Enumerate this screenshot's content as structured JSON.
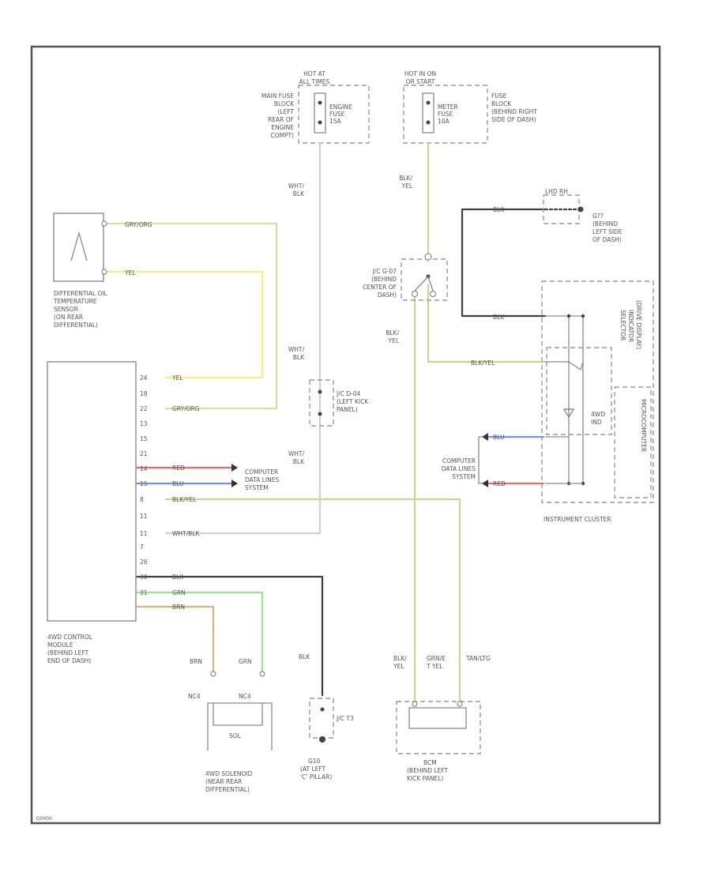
{
  "colors": {
    "gryorg": "#d8de9e",
    "yel": "#f3f27a",
    "wht_blk": "#d0d0d0",
    "blk_yel": "#c9d68f",
    "blk": "#3f3f3f",
    "red": "#ee6a6a",
    "blu": "#7f8cf5",
    "grn": "#93e98a",
    "brn": "#d6b57a"
  },
  "labels": {
    "hot_at_top": "HOT AT",
    "hot_at_bottom": "ALL TIMES",
    "hot_run_top": "HOT IN ON",
    "hot_run_bottom": "OR START",
    "engine_fuse": [
      "ENGINE",
      "FUSE",
      "15A"
    ],
    "meter_fuse": [
      "METER",
      "FUSE",
      "10A"
    ],
    "main_fuse_block": [
      "MAIN FUSE",
      "BLOCK",
      "(LEFT",
      "REAR OF",
      "ENGINE",
      "COMPT)"
    ],
    "fuse_block": [
      "FUSE",
      "BLOCK",
      "(BEHIND RIGHT",
      "SIDE OF DASH)"
    ],
    "wire_wht_blk_1": [
      "WHT/",
      "BLK"
    ],
    "wire_blk_yel_1": [
      "BLK/",
      "YEL"
    ],
    "ground_lh": "LHD RH",
    "g_dash": [
      "G??",
      "(BEHIND",
      "LEFT SIDE",
      "OF DASH)"
    ],
    "jc_dash": [
      "J/C G-07",
      "(BEHIND",
      "CENTER OF",
      "DASH)"
    ],
    "sensor_caption": [
      "DIFFERENTIAL OIL",
      "TEMPERATURE",
      "SENSOR",
      "(ON REAR",
      "DIFFERENTIAL)"
    ],
    "w_gryorg": "GRY/ORG",
    "w_yel": "YEL",
    "w_blk": "BLK",
    "w_blk_yel": "BLK/YEL",
    "w_red": "RED",
    "w_blu": "BLU",
    "w_grn": "GRN",
    "w_brn": "BRN",
    "w_wht_blk": "WHT/BLK",
    "pins": [
      "24",
      "18",
      "22",
      "13",
      "15",
      "21",
      "14",
      "15",
      "8",
      "11",
      "11",
      "7",
      "26",
      "30",
      "31"
    ],
    "wire_wht_blk_2": [
      "WHT/",
      "BLK"
    ],
    "jc_kick": [
      "J/C D-04",
      "(LEFT KICK",
      "PANEL)"
    ],
    "wire_wht_blk_3": [
      "WHT/",
      "BLK"
    ],
    "wire_blk_yel_2": [
      "BLK/",
      "YEL"
    ],
    "comp_data_left": [
      "COMPUTER",
      "DATA LINES",
      "SYSTEM"
    ],
    "comp_data_right": [
      "COMPUTER",
      "DATA LINES",
      "SYSTEM"
    ],
    "module_caption": [
      "4WD CONTROL",
      "MODULE",
      "(BEHIND LEFT",
      "END OF DASH)"
    ],
    "brn_lbl": "BRN",
    "grn_lbl": "GRN",
    "solenoid_pin_a": "NC4",
    "solenoid_pin_b": "NC4",
    "solenoid_inner": "SOL",
    "solenoid_caption": [
      "4WD SOLENOID",
      "(NEAR REAR",
      "DIFFERENTIAL)"
    ],
    "blk_lbl": "BLK",
    "jc_t": "J/C T3",
    "g_pillar": [
      "G10",
      "(AT LEFT",
      "'C' PILLAR)"
    ],
    "bcm_wire_1": [
      "BLK/",
      "YEL"
    ],
    "bcm_wire_2": [
      "GRN/E",
      "T YEL"
    ],
    "bcm_wire_3": "TAN/LTG",
    "bcm_caption": [
      "BCM",
      "(BEHIND LEFT",
      "KICK PANEL)"
    ],
    "cluster_caption": "INSTRUMENT CLUSTER",
    "selector_indicator": [
      "SELECTOR",
      "INDICATOR",
      "(DRIVE DISPLAY)"
    ],
    "microcomputer": "MICROCOMPUTER",
    "four_wd": [
      "4WD",
      "IND"
    ],
    "corner_code": "G0000"
  }
}
